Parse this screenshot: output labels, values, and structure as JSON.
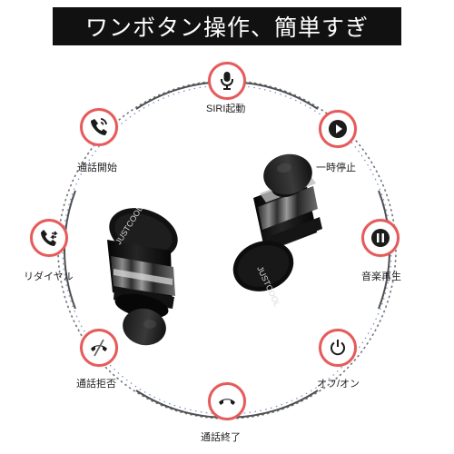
{
  "banner": {
    "title": "ワンボタン操作、簡単すぎ"
  },
  "features": {
    "siri": {
      "label": "SIRI起動",
      "icon": "microphone-icon"
    },
    "call_start": {
      "label": "通話開始",
      "icon": "phone-ringing-icon"
    },
    "pause": {
      "label": "一時停止",
      "icon": "play-icon"
    },
    "redial": {
      "label": "リダイヤル",
      "icon": "redial-icon"
    },
    "music_play": {
      "label": "音楽再生",
      "icon": "pause-icon"
    },
    "call_reject": {
      "label": "通話拒否",
      "icon": "reject-call-icon"
    },
    "power": {
      "label": "オフ/オン",
      "icon": "power-icon"
    },
    "call_end": {
      "label": "通話終了",
      "icon": "hang-up-icon"
    }
  },
  "product": {
    "left_brand": "JUSTCOOL",
    "right_brand": "JUSTCOOL"
  },
  "colors": {
    "accent": "#e75a5a",
    "banner_bg": "#111111",
    "ring_dark": "#404040",
    "ring_blue": "#6f8fc8"
  }
}
